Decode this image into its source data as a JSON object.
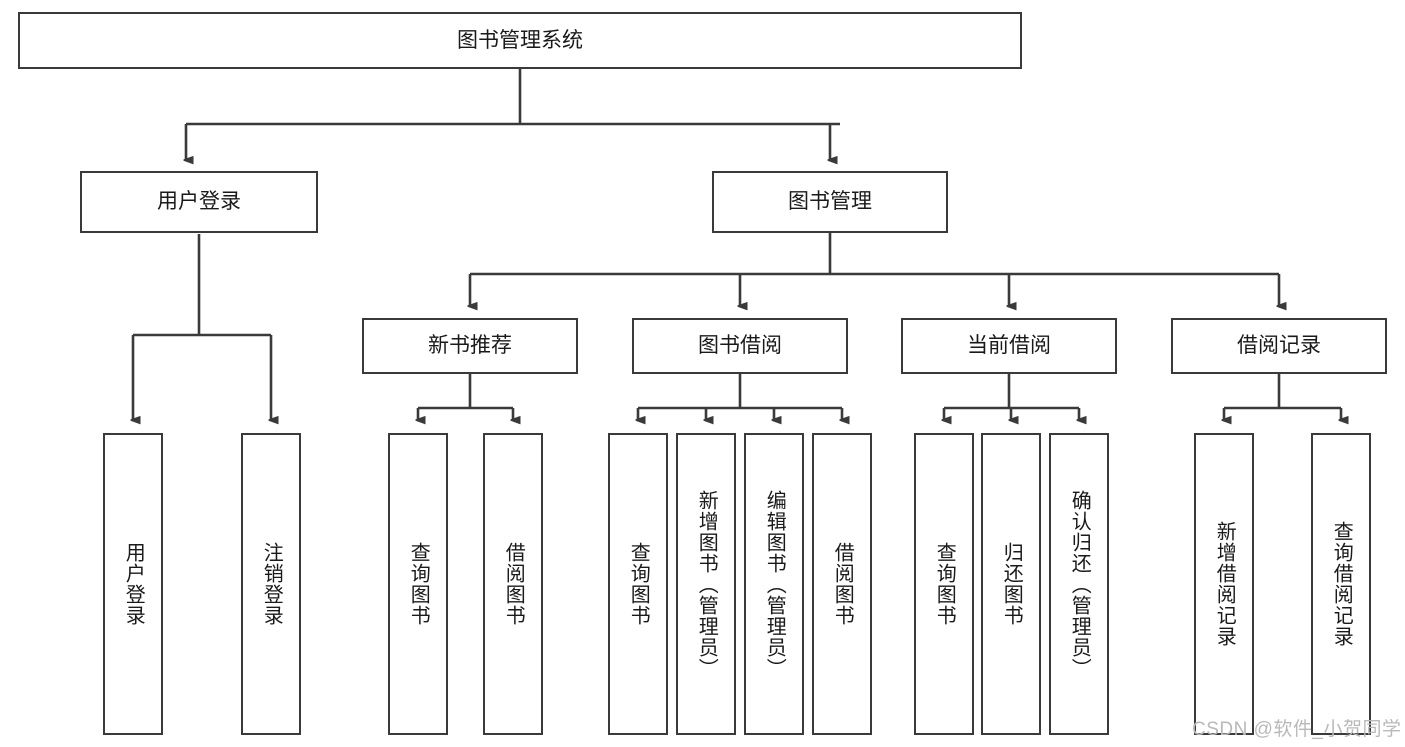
{
  "diagram": {
    "type": "tree-hierarchy-chart",
    "title": "图书管理系统",
    "colors": {
      "box_border": "#3a3a3a",
      "box_fill": "#ffffff",
      "connector": "#3a3a3a",
      "text": "#1a1a1a",
      "watermark": "#b9b9b9",
      "background": "#ffffff"
    },
    "root": {
      "label": "图书管理系统"
    },
    "level1": [
      {
        "label": "用户登录"
      },
      {
        "label": "图书管理"
      }
    ],
    "level2": [
      {
        "label": "新书推荐"
      },
      {
        "label": "图书借阅"
      },
      {
        "label": "当前借阅"
      },
      {
        "label": "借阅记录"
      }
    ],
    "leaves": {
      "user_login": [
        {
          "label": "用户登录"
        },
        {
          "label": "注销登录"
        }
      ],
      "new_book_recommend": [
        {
          "label": "查询图书"
        },
        {
          "label": "借阅图书"
        }
      ],
      "book_borrow": [
        {
          "label": "查询图书"
        },
        {
          "label": "新增图书（管理员）"
        },
        {
          "label": "编辑图书（管理员）"
        },
        {
          "label": "借阅图书"
        }
      ],
      "current_borrow": [
        {
          "label": "查询图书"
        },
        {
          "label": "归还图书"
        },
        {
          "label": "确认归还（管理员）"
        }
      ],
      "borrow_record": [
        {
          "label": "新增借阅记录"
        },
        {
          "label": "查询借阅记录"
        }
      ]
    }
  },
  "watermark": {
    "text": "CSDN @软件_小贺同学"
  }
}
